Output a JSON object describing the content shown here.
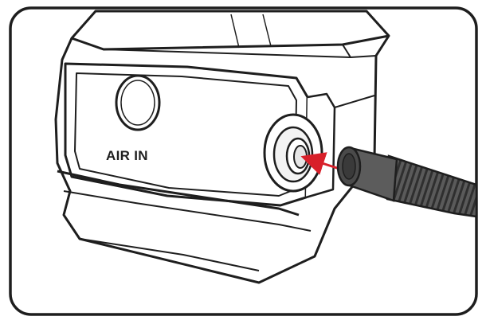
{
  "diagram": {
    "label": "AIR IN",
    "colors": {
      "outline": "#1e1e1e",
      "panel": "#ffffff",
      "shade": "#e8e8e8",
      "tube": "#555555",
      "tube_dark": "#3a3a3a",
      "arrow": "#d8202a"
    },
    "icons": [
      "device-housing",
      "air-inlet-port",
      "air-tube",
      "insert-arrow"
    ]
  }
}
